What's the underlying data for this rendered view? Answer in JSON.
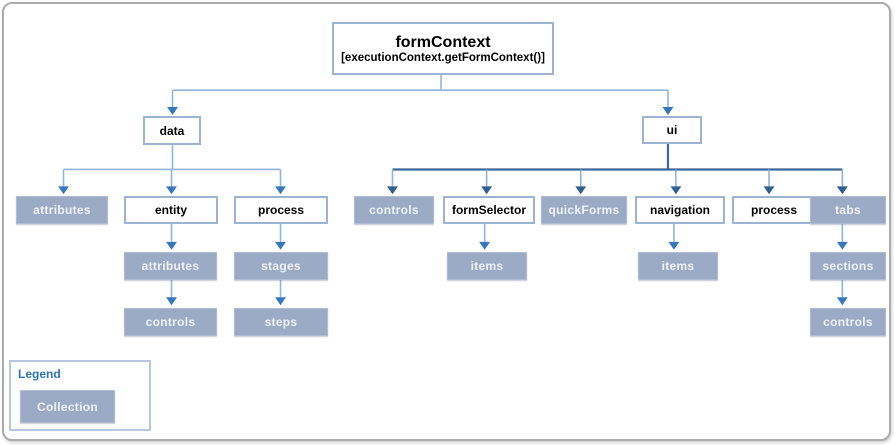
{
  "root": {
    "title": "formContext",
    "subtitle": "[executionContext.getFormContext()]"
  },
  "nodes": {
    "data": "data",
    "ui": "ui",
    "data_attributes": "attributes",
    "entity": "entity",
    "data_process": "process",
    "entity_attributes": "attributes",
    "entity_controls": "controls",
    "process_stages": "stages",
    "process_steps": "steps",
    "ui_controls": "controls",
    "form_selector": "formSelector",
    "quick_forms": "quickForms",
    "navigation": "navigation",
    "ui_process": "process",
    "tabs": "tabs",
    "form_selector_items": "items",
    "navigation_items": "items",
    "tabs_sections": "sections",
    "sections_controls": "controls"
  },
  "legend": {
    "title": "Legend",
    "collection_label": "Collection"
  },
  "colors": {
    "collection_fill": "#9babc6",
    "collection_border": "#afbcd2",
    "collection_text": "#eff2f7",
    "node_border": "#9db3d4",
    "connector_light": "#8fb4dc",
    "connector_dark": "#3a6897",
    "arrowhead_medium": "#3578be",
    "arrowhead_dark": "#2f5f90",
    "legend_title": "#2e75b6",
    "outer_frame": "#acacac"
  }
}
